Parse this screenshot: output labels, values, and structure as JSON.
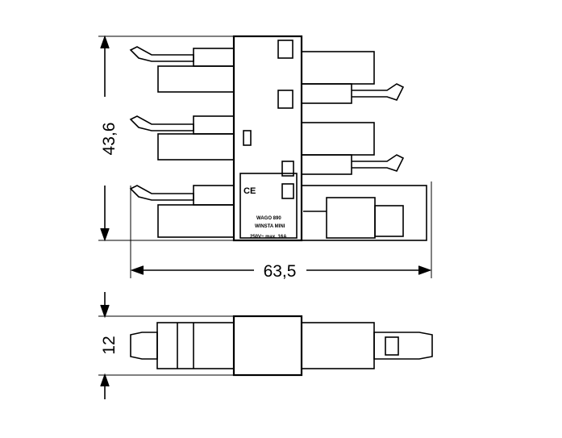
{
  "dimensions": {
    "height_top": "43,6",
    "width_top": "63,5",
    "height_bottom": "12"
  },
  "labels": {
    "ce_mark": "CE",
    "brand": "WAGO 890",
    "series": "WINSTA MINI",
    "rating": "250V~ max. 16A"
  }
}
